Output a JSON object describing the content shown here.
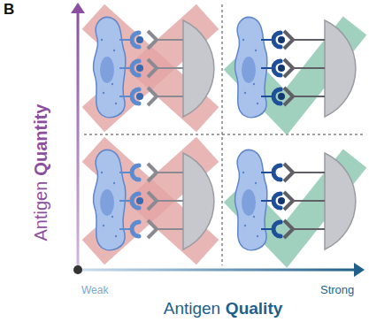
{
  "diagram": {
    "labels": [
      "B",
      "Antigen",
      "Quantity",
      "Weak",
      "Strong",
      "Antigen",
      "Quality"
    ]
  }
}
